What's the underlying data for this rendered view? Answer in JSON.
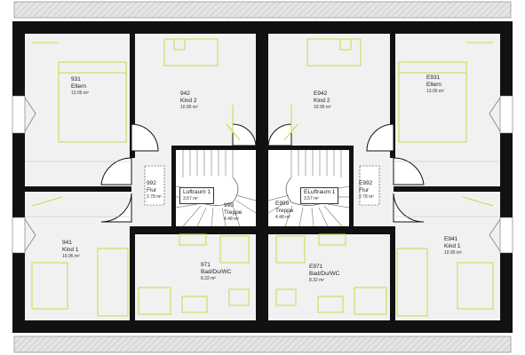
{
  "colors": {
    "wall": "#111111",
    "floor": "#f1f1f1",
    "roof": "#dcdcdc",
    "furniture": "#c9d94a",
    "stair": "#ffffff"
  },
  "rooms": {
    "r931": {
      "number": "931",
      "name": "Eltern",
      "area": "13.05 m²"
    },
    "r942": {
      "number": "942",
      "name": "Kind 2",
      "area": "10.95 m²"
    },
    "rE942": {
      "number": "E942",
      "name": "Kind 2",
      "area": "10.95 m²"
    },
    "rE931": {
      "number": "E931",
      "name": "Eltern",
      "area": "13.05 m²"
    },
    "r992": {
      "number": "992",
      "name": "Flur",
      "area": "2.78 m²"
    },
    "rE992": {
      "number": "E992",
      "name": "Flur",
      "area": "2.78 m²"
    },
    "rLuft": {
      "name": "Luftraum 1",
      "area": "3.57 m²"
    },
    "rELuft": {
      "name": "ELuftraum 1",
      "area": "3.57 m²"
    },
    "r999": {
      "number": "999",
      "name": "Treppe",
      "area": "4.48 m²"
    },
    "rE999": {
      "number": "E999",
      "name": "Treppe",
      "area": "4.48 m²"
    },
    "r941": {
      "number": "941",
      "name": "Kind 1",
      "area": "10.95 m²"
    },
    "rE941": {
      "number": "E941",
      "name": "Kind 1",
      "area": "10.95 m²"
    },
    "r971": {
      "number": "971",
      "name": "Bad/Du/WC",
      "area": "8.32 m²"
    },
    "rE971": {
      "number": "E971",
      "name": "Bad/Du/WC",
      "area": "8.32 m²"
    }
  }
}
